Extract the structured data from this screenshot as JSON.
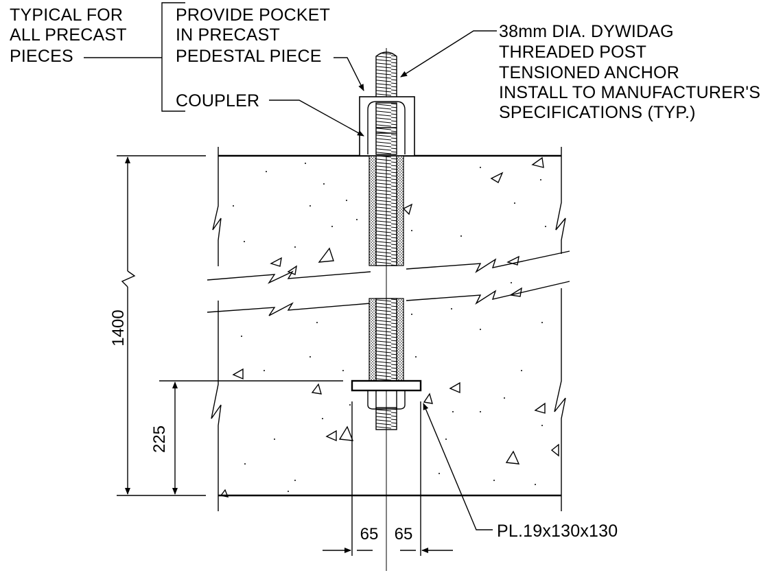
{
  "labels": {
    "typical": [
      "TYPICAL FOR",
      "ALL PRECAST",
      "PIECES"
    ],
    "pocket": [
      "PROVIDE POCKET",
      "IN PRECAST",
      "PEDESTAL PIECE"
    ],
    "coupler": "COUPLER",
    "anchor": [
      "38mm DIA. DYWIDAG",
      "THREADED POST",
      "TENSIONED ANCHOR",
      "INSTALL TO MANUFACTURER'S",
      "SPECIFICATIONS (TYP.)"
    ],
    "plate": "PL.19x130x130"
  },
  "dimensions": {
    "overall_height": "1400",
    "embed_depth": "225",
    "left_offset": "65",
    "right_offset": "65"
  }
}
